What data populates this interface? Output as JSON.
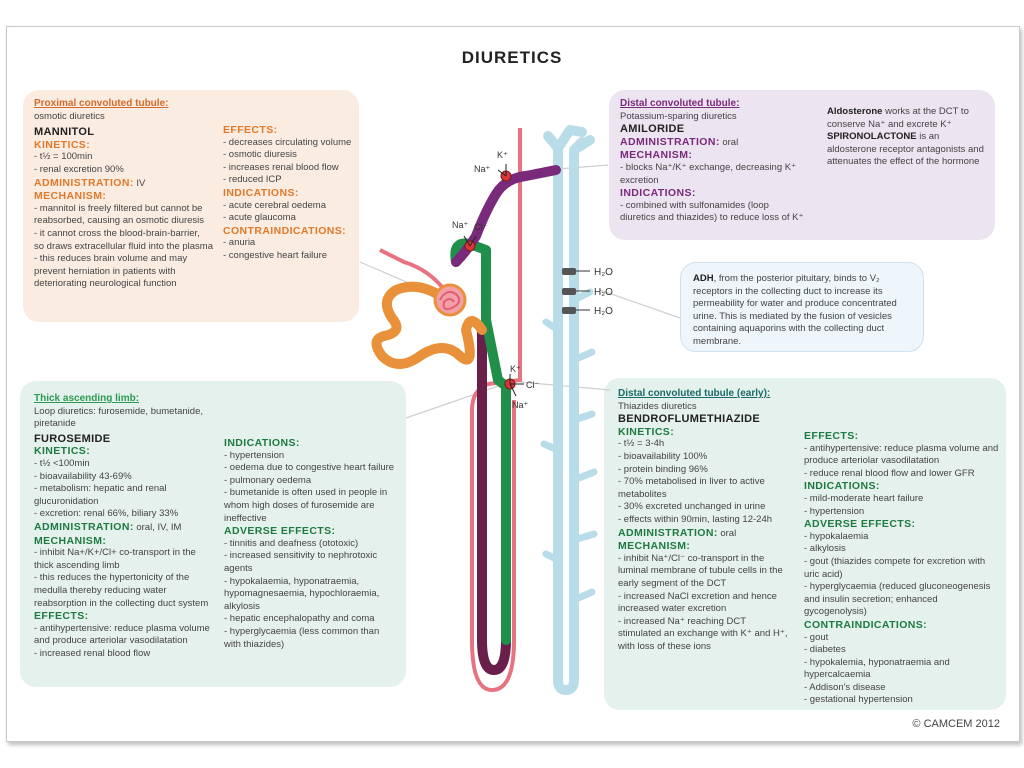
{
  "title": "DIURETICS",
  "copyright": "© CAMCEM 2012",
  "pct": {
    "heading": "Proximal convoluted tubule:",
    "subtitle": "osmotic diuretics",
    "drug": "MANNITOL",
    "kinetics_label": "KINETICS:",
    "kinetics": [
      "- t½ = 100min",
      "- renal excretion 90%"
    ],
    "admin_label": "ADMINISTRATION:",
    "admin_value": "IV",
    "mechanism_label": "MECHANISM:",
    "mechanism": [
      "- mannitol is freely filtered but cannot be",
      "reabsorbed, causing an osmotic diuresis",
      "- it cannot cross the blood-brain-barrier,",
      "so draws extracellular fluid into the plasma",
      "- this reduces brain volume and may",
      "prevent herniation in patients with",
      "deteriorating neurological function"
    ],
    "effects_label": "EFFECTS:",
    "effects": [
      "- decreases circulating volume",
      "- osmotic diuresis",
      "- increases renal blood flow",
      "- reduced ICP"
    ],
    "indications_label": "INDICATIONS:",
    "indications": [
      "- acute cerebral oedema",
      "- acute glaucoma"
    ],
    "contra_label": "CONTRAINDICATIONS:",
    "contra": [
      "- anuria",
      "- congestive heart failure"
    ]
  },
  "tal": {
    "heading": "Thick ascending limb:",
    "subtitle": [
      "Loop diuretics: furosemide, bumetanide,",
      "piretanide"
    ],
    "drug": "FUROSEMIDE",
    "kinetics_label": "KINETICS:",
    "kinetics": [
      "- t½ <100min",
      "- bioavailability 43-69%",
      "- metabolism: hepatic and renal",
      "glucuronidation",
      "- excretion: renal 66%, biliary 33%"
    ],
    "admin_label": "ADMINISTRATION:",
    "admin_value": "oral, IV, IM",
    "mechanism_label": "MECHANISM:",
    "mechanism": [
      "- inhibit Na+/K+/Cl+ co-transport in the",
      "thick ascending limb",
      "- this reduces the hypertonicity of the",
      "medulla thereby reducing water",
      "reabsorption in the collecting duct system"
    ],
    "effects_label": "EFFECTS:",
    "effects": [
      "- antihypertensive: reduce plasma volume",
      "and produce arteriolar vasodilatation",
      "- increased renal blood flow"
    ],
    "indications_label": "INDICATIONS:",
    "indications": [
      "- hypertension",
      "- oedema due to congestive heart failure",
      "- pulmonary oedema",
      "- bumetanide is often used in people in",
      "whom high doses of furosemide are",
      "ineffective"
    ],
    "adverse_label": "ADVERSE EFFECTS:",
    "adverse": [
      "- tinnitis and deafness (ototoxic)",
      "- increased sensitivity to nephrotoxic",
      "agents",
      "- hypokalaemia, hyponatraemia,",
      "hypomagnesaemia, hypochloraemia,",
      "alkylosis",
      "- hepatic encephalopathy and coma",
      "- hyperglycaemia (less common than",
      "with thiazides)"
    ]
  },
  "dct1": {
    "heading": "Distal convoluted tubule:",
    "subtitle": "Potassium-sparing diuretics",
    "drug": "AMILORIDE",
    "admin_label": "ADMINISTRATION:",
    "admin_value": "oral",
    "mechanism_label": "MECHANISM:",
    "mechanism": [
      "- blocks Na⁺/K⁺ exchange, decreasing K⁺",
      "excretion"
    ],
    "indications_label": "INDICATIONS:",
    "indications": [
      "- combined with sulfonamides (loop",
      "diuretics and thiazides) to reduce loss of K⁺"
    ],
    "aldo_bold": "Aldosterone",
    "aldo_text": [
      "works at the DCT to",
      "conserve Na⁺ and excrete K⁺"
    ],
    "spiro_bold": "SPIRONOLACTONE",
    "spiro_text": [
      "is an",
      "aldosterone receptor antagonists and",
      "attenuates the effect of the hormone"
    ]
  },
  "adh": {
    "bold": "ADH",
    "lines": [
      ", from the posterior pituitary, binds to V₂",
      "receptors in the collecting duct to increase its",
      "permeability for water and produce concentrated",
      "urine. This is mediated by the fusion of vesicles",
      "containing aquaporins with the collecting duct",
      "membrane."
    ]
  },
  "dcte": {
    "heading": "Distal convoluted tubule (early):",
    "subtitle": "Thiazides diuretics",
    "drug": "BENDROFLUMETHIAZIDE",
    "kinetics_label": "KINETICS:",
    "kinetics": [
      "- t½ = 3-4h",
      "- bioavailability 100%",
      "- protein binding 96%",
      "- 70% metabolised in liver to active",
      "metabolites",
      "- 30% excreted unchanged in urine",
      "- effects within 90min, lasting 12-24h"
    ],
    "admin_label": "ADMINISTRATION:",
    "admin_value": "oral",
    "mechanism_label": "MECHANISM:",
    "mechanism": [
      "- inhibit Na⁺/Cl⁻ co-transport in the",
      "luminal membrane of tubule cells in the",
      "early segment of the DCT",
      "- increased NaCl excretion and hence",
      "increased water excretion",
      "- increased Na⁺ reaching DCT",
      "stimulated an exchange with K⁺ and H⁺,",
      "with loss of these ions"
    ],
    "effects_label": "EFFECTS:",
    "effects": [
      "- antihypertensive: reduce plasma volume and",
      "produce arteriolar vasodilatation",
      "- reduce renal blood flow and lower GFR"
    ],
    "indications_label": "INDICATIONS:",
    "indications": [
      "- mild-moderate heart failure",
      "- hypertension"
    ],
    "adverse_label": "ADVERSE EFFECTS:",
    "adverse": [
      "- hypokalaemia",
      "- alkylosis",
      "- gout (thiazides compete for excretion with",
      "uric acid)",
      "- hyperglycaemia (reduced gluconeogenesis",
      "and insulin secretion; enhanced gycogenolysis)"
    ],
    "contra_label": "CONTRAINDICATIONS:",
    "contra": [
      "- gout",
      "- diabetes",
      "- hypokalemia, hyponatraemia and hypercalcaemia",
      "- Addison's disease",
      "- gestational hypertension"
    ]
  },
  "diagram": {
    "ion_na": "Na⁺",
    "ion_k": "K⁺",
    "ion_cl": "Cl⁻",
    "water": "H₂O",
    "colors": {
      "pct": "#e8913a",
      "tubule_pink": "#e6737f",
      "loop": "#6a1e4a",
      "tal": "#1f8f4a",
      "dct": "#7a2a7a",
      "duct": "#b9dde8",
      "glomerulus": "#e65a70"
    }
  }
}
